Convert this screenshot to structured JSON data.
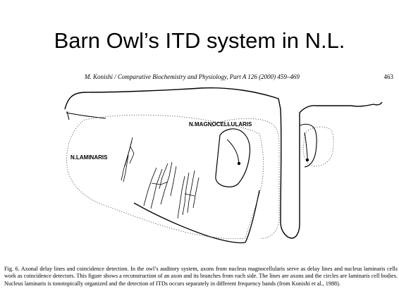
{
  "slide": {
    "title": "Barn Owl’s ITD system in N.L."
  },
  "paper": {
    "header": "M. Konishi / Comparative Biochemistry and Physiology, Part A 126 (2000) 459–469",
    "page_number": "463"
  },
  "figure": {
    "labels": {
      "magnocellularis": "N.MAGNOCELLULARIS",
      "laminaris": "N.LAMINARIS"
    },
    "caption": "Fig. 6. Axonal delay lines and coincidence detection. In the owl’s auditory system, axons from nucleus magnocellularis serve as delay lines and nucleus laminaris cells work as coincidence detectors. This figure shows a reconstruction of an axon and its branches from each side. The lines are axons and the circles are laminaris cell bodies. Nucleus laminaris is tonotopically organized and the detection of ITDs occurs separately in different frequency bands (from Konishi et al., 1988)."
  }
}
